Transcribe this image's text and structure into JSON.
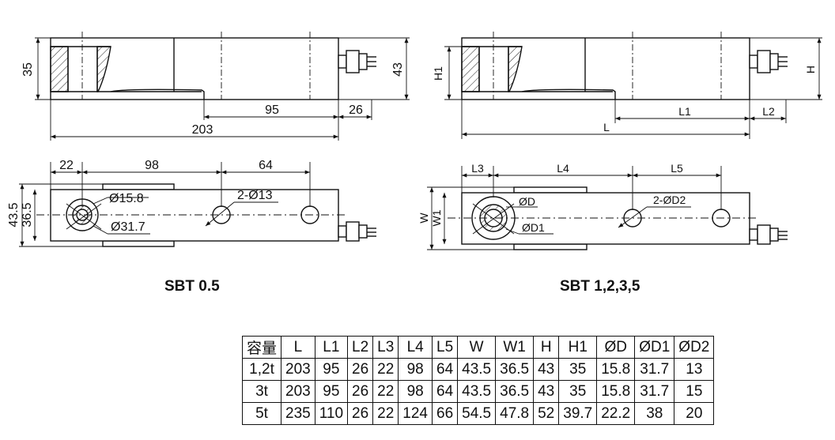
{
  "left_drawing": {
    "caption": "SBT 0.5",
    "side_dims": {
      "height_left": "35",
      "height_right": "43",
      "gap": "95",
      "tail": "26",
      "overall": "203"
    },
    "top_dims": {
      "d1": "22",
      "d2": "98",
      "d3": "64",
      "width_outer": "43.5",
      "width_inner": "36.5",
      "hole_inner": "Ø15.8",
      "hole_outer": "Ø31.7",
      "holes": "2-Ø13"
    }
  },
  "right_drawing": {
    "caption": "SBT 1,2,3,5",
    "side_dims": {
      "height_left": "H1",
      "height_right": "H",
      "gap": "L1",
      "tail": "L2",
      "overall": "L"
    },
    "top_dims": {
      "d1": "L3",
      "d2": "L4",
      "d3": "L5",
      "width_outer": "W",
      "width_inner": "W1",
      "hole_inner": "ØD",
      "hole_outer": "ØD1",
      "holes": "2-ØD2"
    }
  },
  "table": {
    "headers": [
      "容量",
      "L",
      "L1",
      "L2",
      "L3",
      "L4",
      "L5",
      "W",
      "W1",
      "H",
      "H1",
      "ØD",
      "ØD1",
      "ØD2"
    ],
    "rows": [
      [
        "1,2t",
        "203",
        "95",
        "26",
        "22",
        "98",
        "64",
        "43.5",
        "36.5",
        "43",
        "35",
        "15.8",
        "31.7",
        "13"
      ],
      [
        "3t",
        "203",
        "95",
        "26",
        "22",
        "98",
        "64",
        "43.5",
        "36.5",
        "43",
        "35",
        "15.8",
        "31.7",
        "15"
      ],
      [
        "5t",
        "235",
        "110",
        "26",
        "22",
        "124",
        "66",
        "54.5",
        "47.8",
        "52",
        "39.7",
        "22.2",
        "38",
        "20"
      ]
    ]
  }
}
